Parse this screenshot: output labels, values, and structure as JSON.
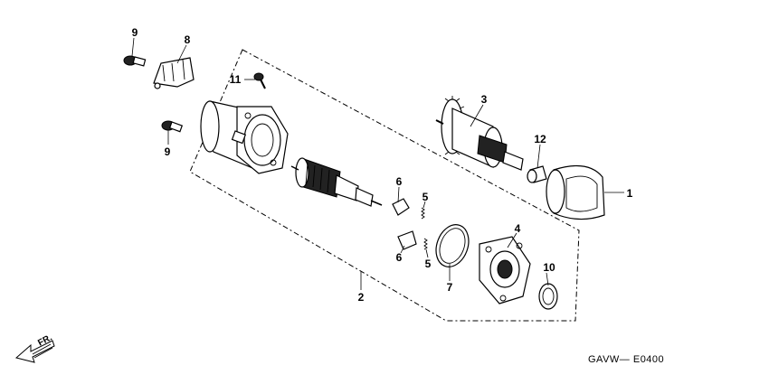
{
  "diagram": {
    "labels": {
      "p1": "1",
      "p2": "2",
      "p3": "3",
      "p4": "4",
      "p5a": "5",
      "p5b": "5",
      "p6a": "6",
      "p6b": "6",
      "p7": "7",
      "p8": "8",
      "p9a": "9",
      "p9b": "9",
      "p10": "10",
      "p11": "11",
      "p12": "12"
    },
    "direction": "FR.",
    "code": "GAVW— E0400"
  }
}
